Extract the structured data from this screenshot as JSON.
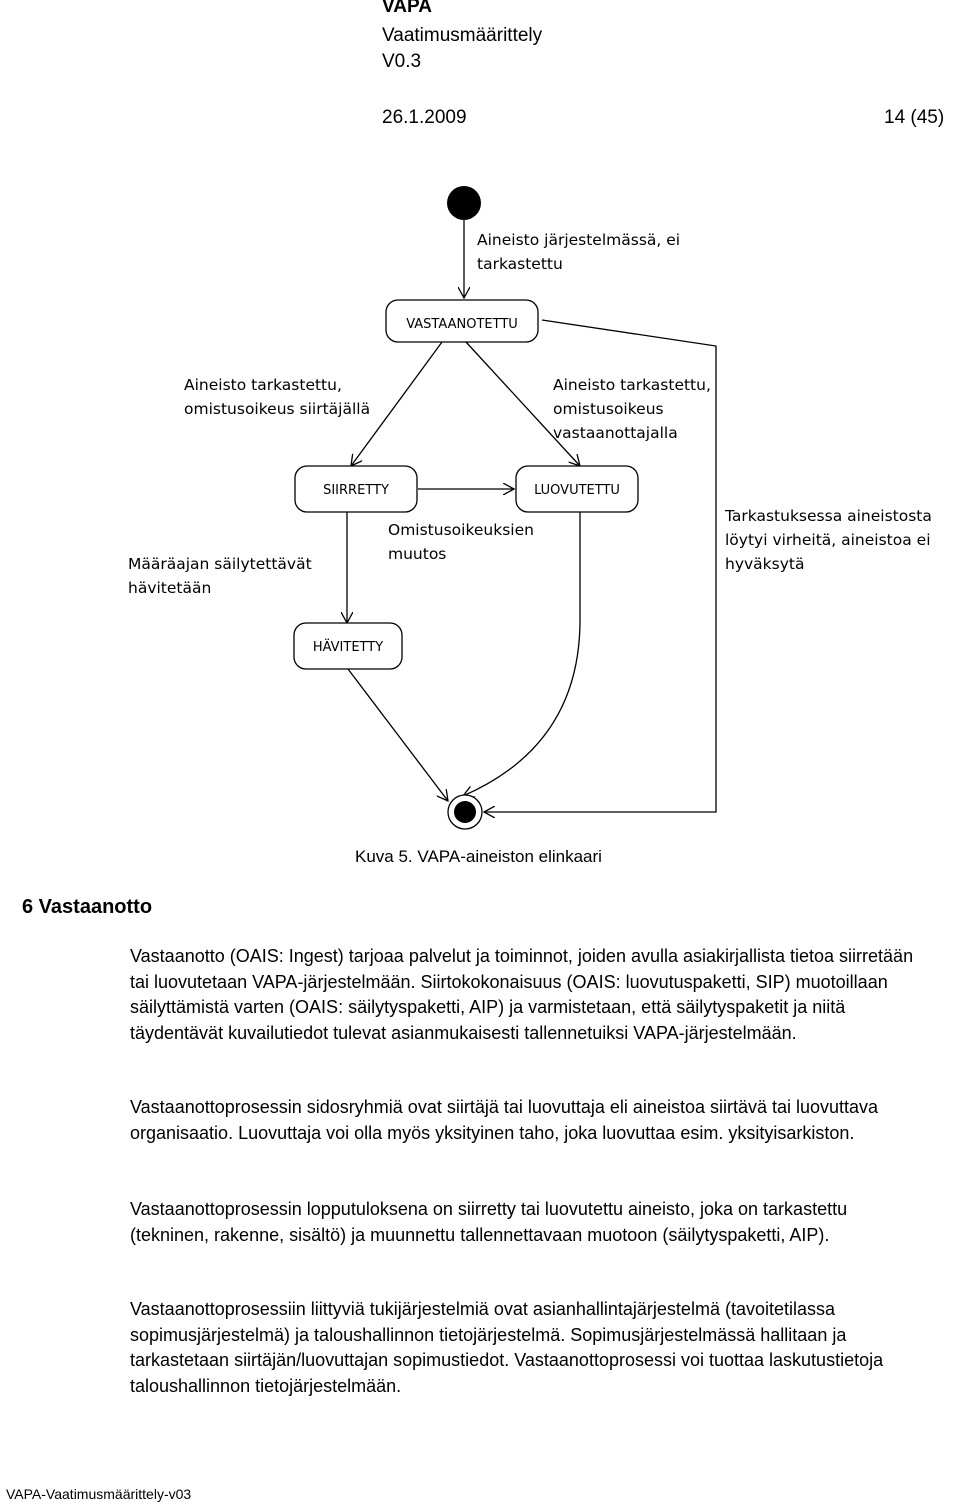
{
  "header": {
    "title": "VAPA",
    "subtitle": "Vaatimusmäärittely",
    "version": "V0.3",
    "date": "26.1.2009",
    "page": "14 (45)"
  },
  "diagram": {
    "states": {
      "vastaanotettu": "VASTAANOTETTU",
      "siirretty": "SIIRRETTY",
      "luovutettu": "LUOVUTETTU",
      "havitetty": "HÄVITETTY"
    },
    "transitions": {
      "t_start_1": "Aineisto järjestelmässä, ei",
      "t_start_2": "tarkastettu",
      "t_siirto_1": "Aineisto tarkastettu,",
      "t_siirto_2": "omistusoikeus siirtäjällä",
      "t_luovutus_1": "Aineisto tarkastettu,",
      "t_luovutus_2": "omistusoikeus",
      "t_luovutus_3": "vastaanottajalla",
      "t_omistus_1": "Omistusoikeuksien",
      "t_omistus_2": "muutos",
      "t_havitys_1": "Määräajan säilytettävät",
      "t_havitys_2": "hävitetään",
      "t_virhe_1": "Tarkastuksessa aineistosta",
      "t_virhe_2": "löytyi virheitä, aineistoa ei",
      "t_virhe_3": "hyväksytä"
    }
  },
  "caption": "Kuva 5. VAPA-aineiston elinkaari",
  "section": {
    "heading": "6 Vastaanotto"
  },
  "paragraphs": {
    "p1": "Vastaanotto (OAIS: Ingest) tarjoaa palvelut ja toiminnot, joiden avulla asiakirjallista tietoa siirretään tai luovutetaan VAPA-järjestelmään. Siirtokokonaisuus (OAIS: luovutuspaketti, SIP) muotoillaan säilyttämistä varten (OAIS: säilytyspaketti, AIP) ja varmistetaan, että säilytyspaketit ja niitä täydentävät kuvailutiedot tulevat asianmukaisesti tallennetuiksi VAPA-järjestelmään.",
    "p2": "Vastaanottoprosessin sidosryhmiä ovat siirtäjä tai luovuttaja eli aineistoa siirtävä tai luovuttava organisaatio. Luovuttaja voi olla myös yksityinen taho, joka luovuttaa esim. yksityisarkiston.",
    "p3": "Vastaanottoprosessin lopputuloksena on siirretty tai luovutettu aineisto, joka on tarkastettu (tekninen, rakenne, sisältö) ja muunnettu tallennettavaan muotoon (säilytyspaketti, AIP).",
    "p4": "Vastaanottoprosessiin liittyviä tukijärjestelmiä ovat asianhallintajärjestelmä (tavoitetilassa sopimusjärjestelmä) ja taloushallinnon tietojärjestelmä. Sopimusjärjestelmässä hallitaan ja tarkastetaan siirtäjän/luovuttajan sopimustiedot. Vastaanottoprosessi voi tuottaa laskutustietoja taloushallinnon tietojärjestelmään."
  },
  "footer": "VAPA-Vaatimusmäärittely-v03"
}
